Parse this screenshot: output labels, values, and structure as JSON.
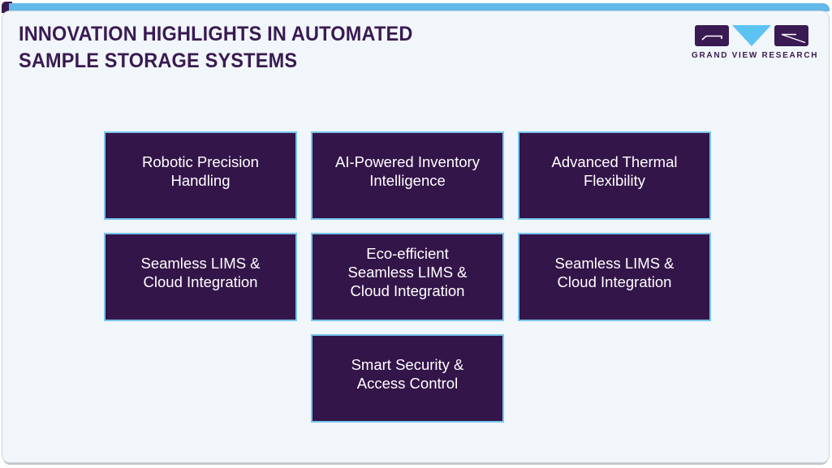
{
  "header": {
    "title_lines": [
      "INNOVATION HIGHLIGHTS IN AUTOMATED",
      "SAMPLE STORAGE SYSTEMS"
    ]
  },
  "logo": {
    "brand": "GRAND VIEW RESEARCH",
    "icons": [
      "gvr-g-icon",
      "gvr-v-icon",
      "gvr-r-icon"
    ],
    "colors": {
      "purple": "#3a1a52",
      "blue": "#5cc3f2"
    }
  },
  "cards": [
    {
      "label": "Robotic Precision\nHandling"
    },
    {
      "label": "AI-Powered Inventory\nIntelligence"
    },
    {
      "label": "Advanced Thermal\nFlexibility"
    },
    {
      "label": "Seamless LIMS &\nCloud Integration"
    },
    {
      "label": "Eco-efficient\nSeamless LIMS &\nCloud Integration"
    },
    {
      "label": "Seamless LIMS &\nCloud Integration"
    },
    {
      "label": "Smart Security &\nAccess Control"
    }
  ],
  "colors": {
    "accent_bar": "#62b8e8",
    "card_background": "#f1f6fa",
    "box_fill": "#341549",
    "box_border": "#79c4ef",
    "title_text": "#3a1a52",
    "box_text": "#ffffff"
  }
}
